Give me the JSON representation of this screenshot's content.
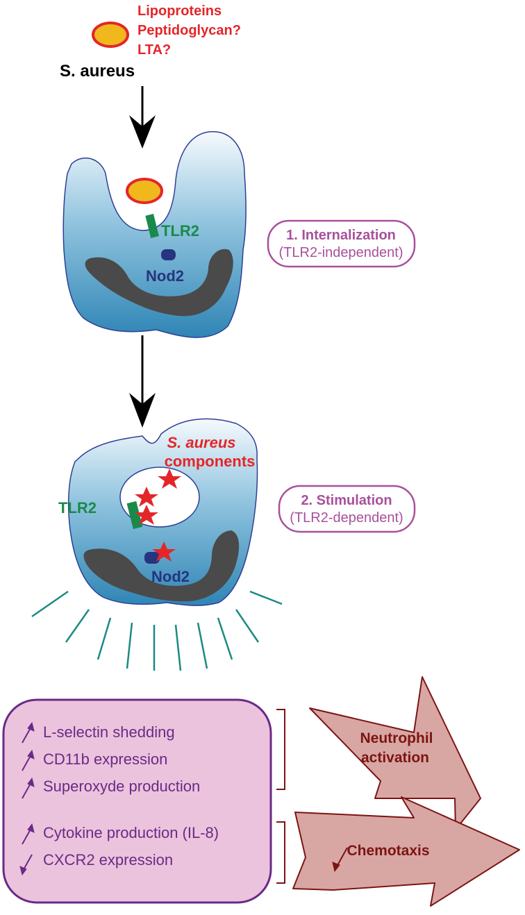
{
  "bacterium": {
    "molecules": [
      "Lipoproteins",
      "Peptidoglycan?",
      "LTA?"
    ],
    "name": "S. aureus"
  },
  "cell1": {
    "receptor_tlr2": "TLR2",
    "receptor_nod2": "Nod2"
  },
  "step1": {
    "title": "1. Internalization",
    "subtitle": "(TLR2-independent)"
  },
  "cell2": {
    "components_line1": "S. aureus",
    "components_line2": "components",
    "receptor_tlr2": "TLR2",
    "receptor_nod2": "Nod2"
  },
  "step2": {
    "title": "2. Stimulation",
    "subtitle": "(TLR2-dependent)"
  },
  "effects": {
    "group1": [
      "L-selectin shedding",
      "CD11b expression",
      "Superoxyde production"
    ],
    "group2": [
      "Cytokine production (IL-8)",
      "CXCR2 expression"
    ],
    "group2_directions": [
      "up",
      "down"
    ]
  },
  "outcomes": {
    "activation_line1": "Neutrophil",
    "activation_line2": "activation",
    "chemotaxis": "Chemotaxis"
  },
  "colors": {
    "label_red": "#e3262a",
    "tlr2_green": "#1a8a4a",
    "nod2_navy": "#27347f",
    "step_magenta": "#a8509c",
    "effects_purple": "#6a2a86",
    "effects_fill": "#ebc3dd",
    "outcome_arrow_fill": "#d8a7a3",
    "outcome_dark_red": "#7c1414",
    "ray_teal": "#1a8a82"
  }
}
